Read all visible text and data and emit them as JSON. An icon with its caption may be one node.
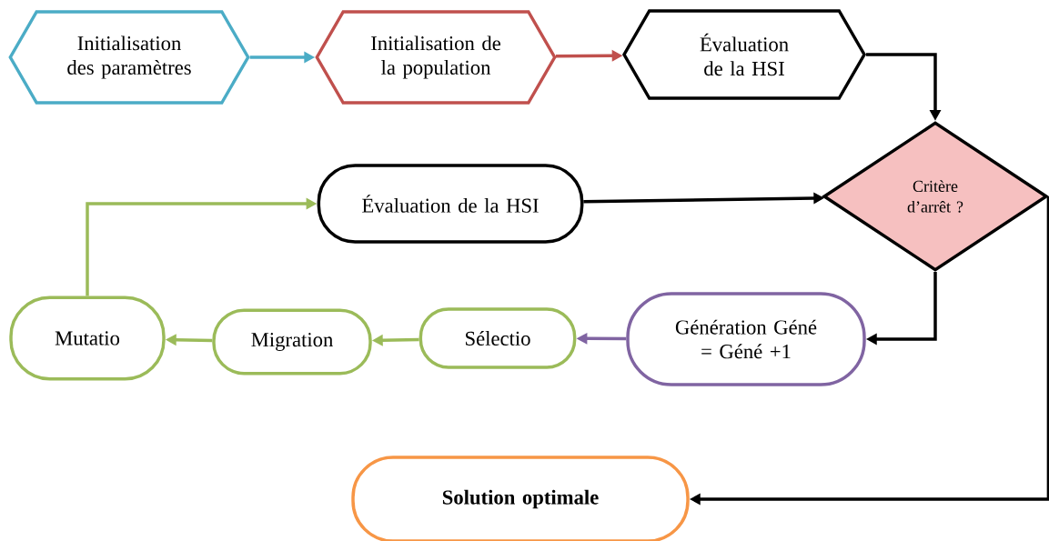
{
  "diagram": {
    "nodes": [
      {
        "text": [
          "Initialisation des paramètres"
        ]
      },
      {
        "text": [
          "Initialisation de la population"
        ]
      },
      {
        "text": [
          "Évaluation de la HSI"
        ]
      },
      {
        "text": [
          "Critère d’arrêt ?"
        ]
      },
      {
        "text": [
          "Évaluation de la HSI"
        ]
      },
      {
        "text": [
          "Génération Géné = Géné +1"
        ]
      },
      {
        "text": [
          "Sélectio"
        ]
      },
      {
        "text": [
          "Migration"
        ]
      },
      {
        "text": [
          "Mutatio"
        ]
      },
      {
        "text": [
          "Solution optimale"
        ]
      }
    ],
    "edges": [
      {
        "from": 0,
        "to": 1,
        "arrow": "to",
        "color": "#4bacc6"
      },
      {
        "from": 1,
        "to": 2,
        "arrow": "to",
        "color": "#c0504d"
      },
      {
        "from": 2,
        "to": 3,
        "arrow": "to"
      },
      {
        "from": 4,
        "to": 3,
        "arrow": "to"
      },
      {
        "from": 3,
        "to": 5,
        "arrow": "to"
      },
      {
        "from": 5,
        "to": 6,
        "arrow": "to",
        "color": "#8064a2"
      },
      {
        "from": 6,
        "to": 7,
        "arrow": "to",
        "color": "#9bbb59"
      },
      {
        "from": 7,
        "to": 8,
        "arrow": "to",
        "color": "#9bbb59"
      },
      {
        "from": 8,
        "to": 4,
        "arrow": "to",
        "color": "#9bbb59"
      },
      {
        "from": 3,
        "to": 9,
        "arrow": "to"
      }
    ]
  }
}
